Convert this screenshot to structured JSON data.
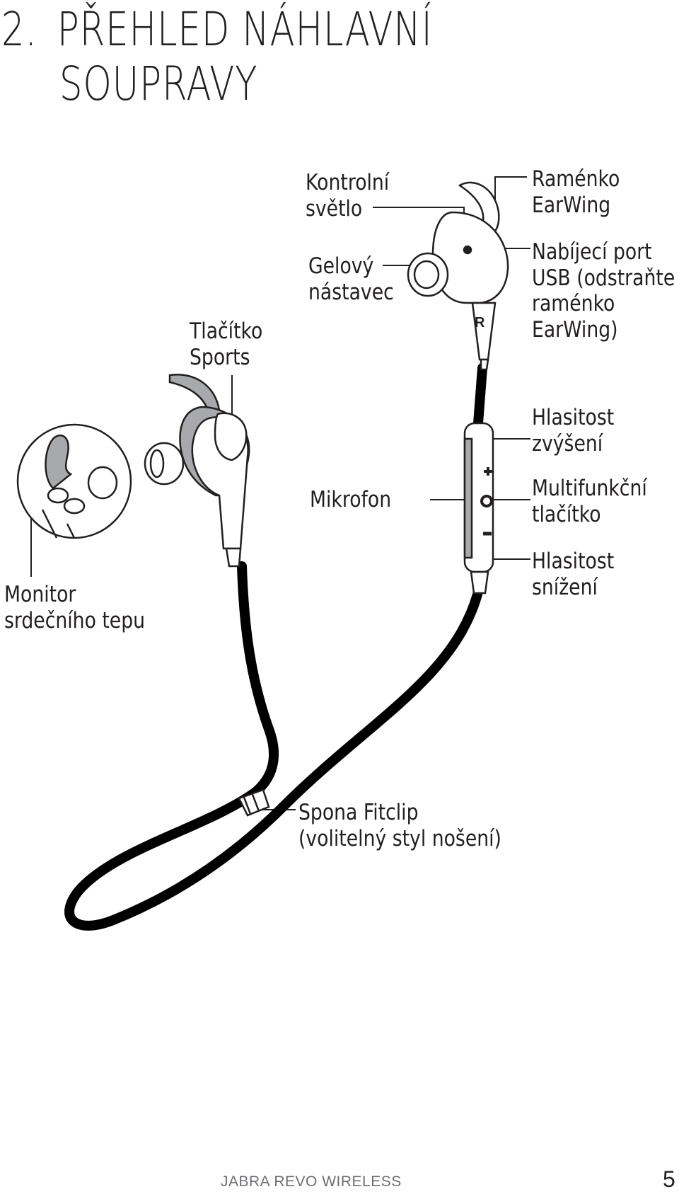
{
  "header": {
    "number": "2.",
    "title_line1": "PŘEHLED NÁHLAVNÍ",
    "title_line2": "SOUPRAVY"
  },
  "labels": {
    "kontrolni_svetlo": [
      "Kontrolní",
      "světlo"
    ],
    "ramenko_earwing": [
      "Raménko",
      "EarWing"
    ],
    "gelovy_nastavec": [
      "Gelový",
      "nástavec"
    ],
    "nabijeci_port": [
      "Nabíjecí port",
      "USB (odstraňte",
      "raménko",
      "EarWing)"
    ],
    "tlacitko_sports": [
      "Tlačítko",
      "Sports"
    ],
    "hlasitost_zvyseni": [
      "Hlasitost",
      "zvýšení"
    ],
    "mikrofon": "Mikrofon",
    "multifunkcni": [
      "Multifunkční",
      "tlačítko"
    ],
    "hlasitost_snizeni": [
      "Hlasitost",
      "snížení"
    ],
    "monitor": [
      "Monitor",
      "srdečního tepu"
    ],
    "spona": [
      "Spona Fitclip",
      "(volitelný styl nošení)"
    ]
  },
  "earbud_marking": "R",
  "footer": {
    "brand": "JABRA REVO WIRELESS",
    "page": "5"
  },
  "colors": {
    "text": "#231f20",
    "cable": "#000000",
    "gray_fill": "#a7a9ac",
    "footer_gray": "#6d6e71"
  }
}
